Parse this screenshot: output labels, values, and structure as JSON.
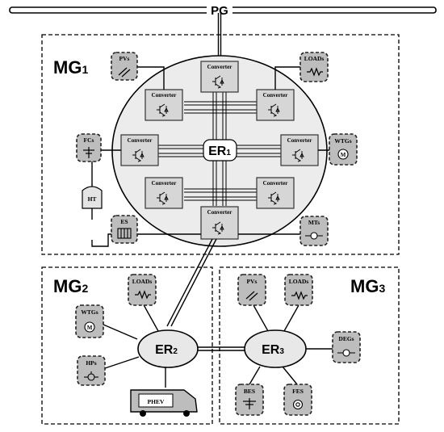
{
  "pg": {
    "label": "PG"
  },
  "mg1": {
    "name": "MG",
    "sub": "1",
    "router": {
      "name": "ER",
      "sub": "1"
    },
    "converter_label": "Converter",
    "devices": {
      "pvs": "PVs",
      "loads": "LOADs",
      "fcs": "FCs",
      "wtgs": "WTGs",
      "ht": "HT",
      "es": "ES",
      "mts": "MTs"
    }
  },
  "mg2": {
    "name": "MG",
    "sub": "2",
    "router": {
      "name": "ER",
      "sub": "2"
    },
    "devices": {
      "loads": "LOADs",
      "wtgs": "WTGs",
      "hps": "HPs",
      "phev": "PHEV"
    }
  },
  "mg3": {
    "name": "MG",
    "sub": "3",
    "router": {
      "name": "ER",
      "sub": "3"
    },
    "devices": {
      "pvs": "PVs",
      "loads": "LOADs",
      "degs": "DEGs",
      "bes": "BES",
      "fes": "FES"
    }
  }
}
